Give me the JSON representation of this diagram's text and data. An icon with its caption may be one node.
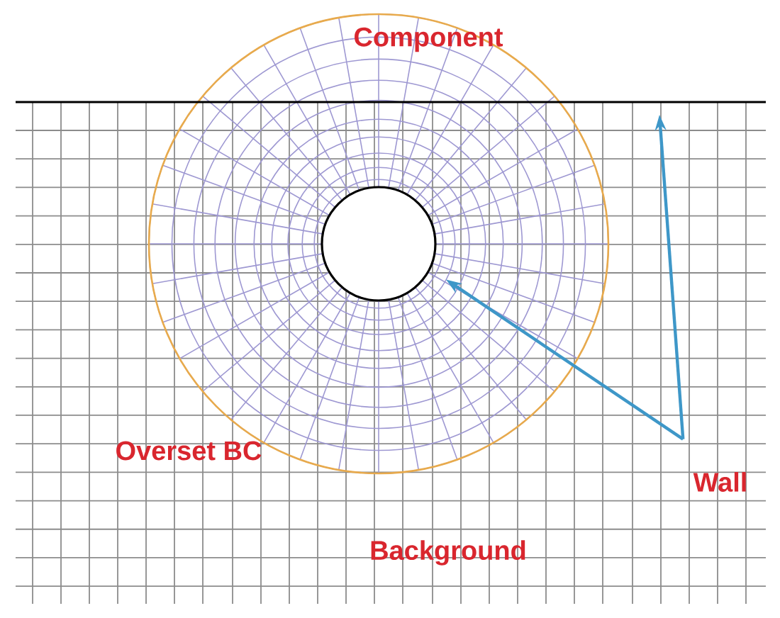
{
  "diagram": {
    "nodes": [
      {
        "text": [
          "Wall"
        ]
      },
      {
        "text": [],
        "shape": "circle"
      },
      {
        "text": [],
        "shape": "bar"
      }
    ],
    "edges": [
      {
        "from": 0,
        "to": 1,
        "arrow": "to"
      },
      {
        "from": 0,
        "to": 2,
        "arrow": "to"
      }
    ],
    "labels": [
      "Component",
      "Overset BC",
      "Background"
    ]
  }
}
